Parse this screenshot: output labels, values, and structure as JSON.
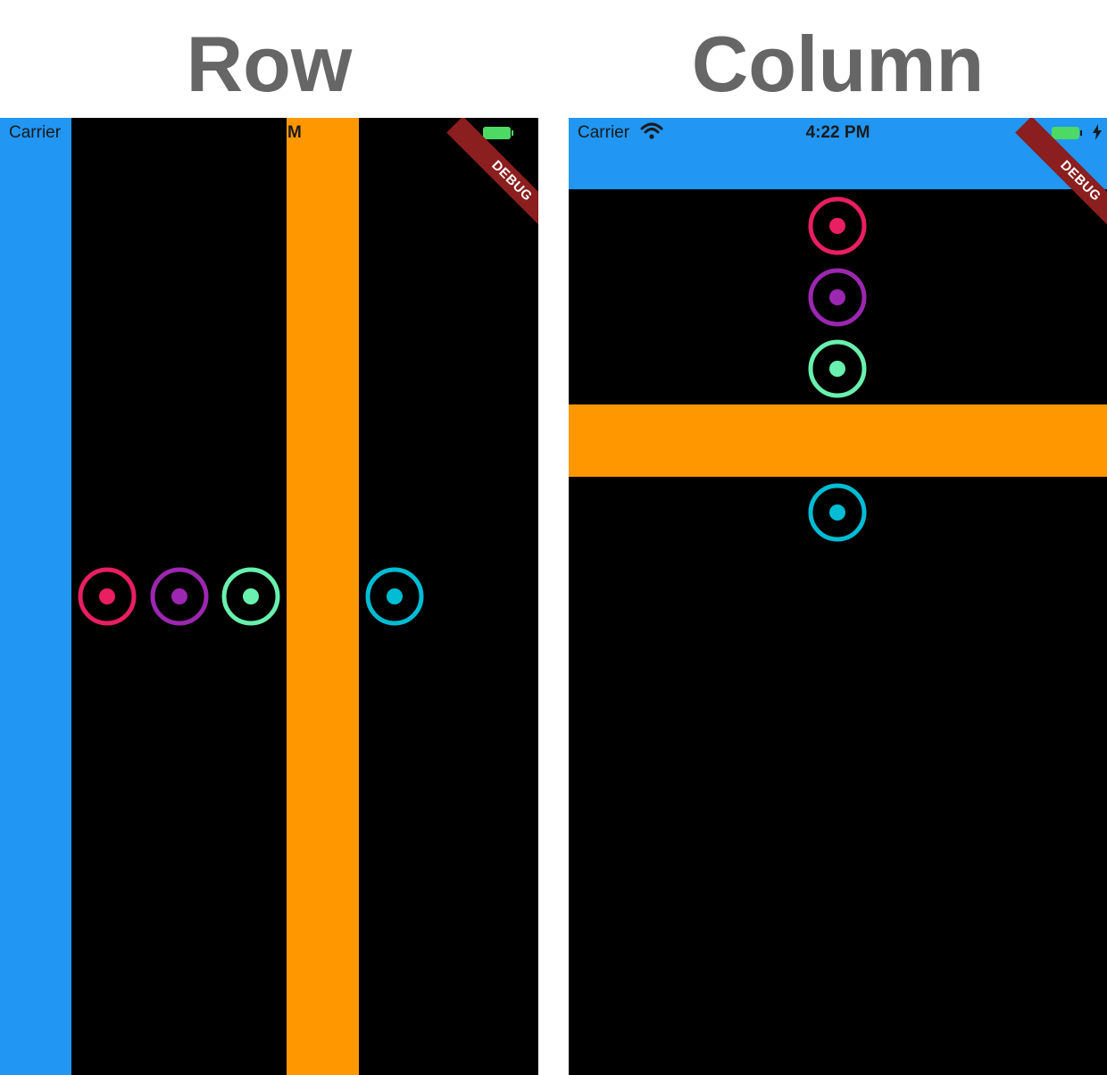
{
  "headings": {
    "row": "Row",
    "column": "Column"
  },
  "status_bar": {
    "carrier": "Carrier",
    "time": "4:22 PM",
    "time_partial": "M"
  },
  "debug_banner": "DEBUG",
  "colors": {
    "blue": "#2196F3",
    "orange": "#FF9800",
    "black": "#000000",
    "pink": "#E91E63",
    "purple": "#9C27B0",
    "green": "#69F0AE",
    "cyan": "#00BCD4",
    "battery": "#4CD964",
    "ribbon": "#8B1E1E"
  },
  "icons": {
    "target": "target-icon",
    "wifi": "wifi-icon",
    "battery": "battery-icon",
    "bolt": "charging-bolt-icon"
  }
}
